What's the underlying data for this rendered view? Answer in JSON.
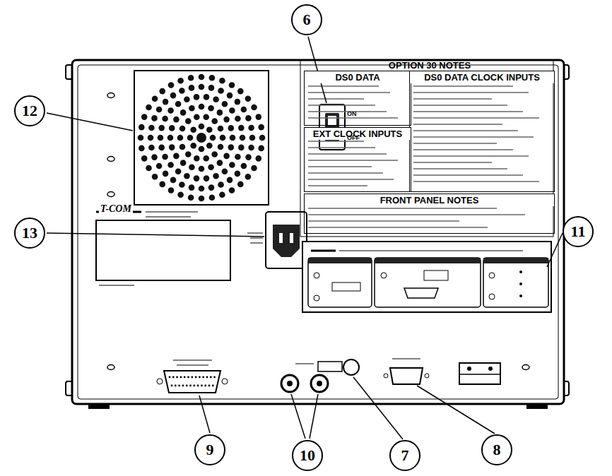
{
  "diagram": {
    "nodes": [
      {
        "text": [
          "6"
        ]
      },
      {
        "text": [
          "12"
        ]
      },
      {
        "text": [
          "OPTION 30 NOTES"
        ]
      },
      {
        "text": [
          "DS0 DATA"
        ],
        "in": 2
      },
      {
        "text": [
          "DS0 DATA CLOCK INPUTS"
        ],
        "in": 2
      },
      {
        "text": [
          "EXT CLOCK INPUTS"
        ],
        "in": 2
      },
      {
        "text": [
          "FRONT PANEL NOTES"
        ],
        "in": 2
      },
      {
        "text": [
          "13"
        ]
      },
      {
        "text": [
          "11"
        ]
      },
      {
        "text": [
          "9"
        ]
      },
      {
        "text": [
          "10"
        ]
      },
      {
        "text": [
          "7"
        ]
      },
      {
        "text": [
          "8"
        ]
      }
    ],
    "labels": [
      "ON",
      "OFF",
      "T-COM"
    ]
  }
}
